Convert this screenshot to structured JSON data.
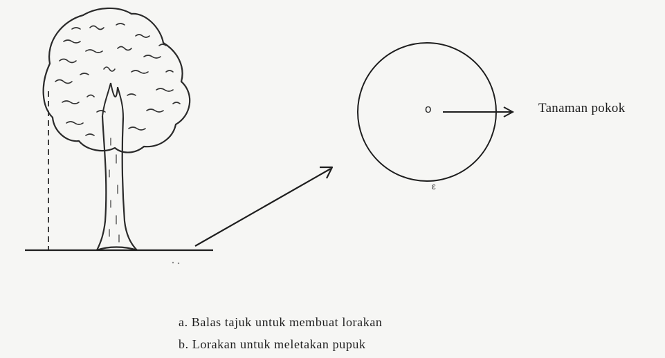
{
  "diagram": {
    "center_marker": "o",
    "circle_mark": "ε",
    "target_label": "Tanaman pokok",
    "captions": [
      "a. Balas tajuk untuk membuat lorakan",
      "b. Lorakan untuk meletakan pupuk"
    ]
  },
  "colors": {
    "ink": "#1e1e1e",
    "paper": "#f6f6f4"
  }
}
